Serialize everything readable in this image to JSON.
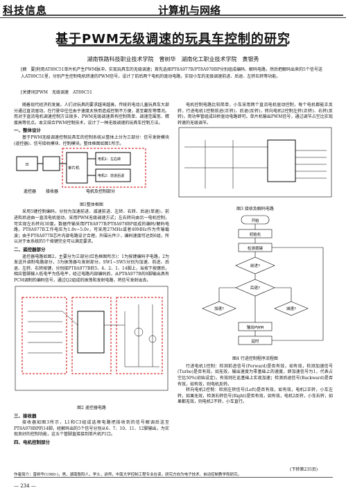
{
  "header": {
    "column": "科技信息",
    "journal": "计算机与网络"
  },
  "title": "基于PWM无级调速的玩具车控制的研究",
  "authors": "湖南铁路科技职业技术学院　曾树华　湖南化工职业技术学院　黄银秀",
  "abstract": "[摘　要]利用AT89C51单片机产生PWM脉冲，实现玩具车的无级调速；首先选择PT8A977B/PT8A978BP分别组成编码、解码电路，然后把解码出来的5个信号送入AT89C51里，分别产生控制电机转速的PWM信号，设计了前后两个电机的驱动电路，实现小车的无级调速前进、后退、左转右转等功能。",
  "keywords": "[关键词]PWM　无级调速　AT89C51",
  "left": {
    "intro": "随着现代经济的发展，人们对玩具的要求越来越高，传统的电动儿童玩具车大部分通过直流驱动，在行驶中往往由于速度太快而造成控制不方便，甚至翻车等情况。而对于直流电机调速控制方法很多，PWM无级调速具有控制简单、调速范围宽、精度高等优点。本文结合PWM控制技术，设计了一种无级调速的玩具车控制方法。",
    "s1": "一、整体设计",
    "p1": "基于PWM无级调速控制玩具车的控制系统从整体上分为三部分：信号发射模块(遥控器)、信号接收模块、控制模块。整体框图如图1所示。",
    "fig1": {
      "cap": "图1整体框图",
      "blocks": [
        "遥控器",
        "接收器",
        "单片机",
        "电机1：左右转",
        "电机2：前进后退",
        "电机及控制部分"
      ]
    },
    "p2": "采用5键控制编码，分别为加速前进、减速前进、左转、右转、后退(单速)，前进和后退由一直流电机驱动，采用PWM无级调速方式；左右转向由另一电机控制，可实现左右转向30度。数据传输采用PT8A977B/PT8A978BP组成的编码/解码电路，PT8A977B工作电压为1.8v~5.0v，可采用27MHz或者49MHz作为传输载波；由于PT8A977B芯片内部电路设计合理，外围元件少，编码速度可达到6组，所以对于本系统的5个按键完全可以满足要求。",
    "s2": "二、遥控器部分",
    "p3": "遥控器电路如图2，主要分为三部分(红色框图所示)：1为按键编码子电路，2为发送外调制电路部分，3为振荡器与发射部分。SW1~SW5分别为加速、前进、后退、左转、右转按键，分别接PT8A977B的5、4、2、1、14脚上，当按下按键后，相应管脚输入低电平为低电平，经过电路内部编码后，从PT8A977B的8脚输出具有PCM调制的编码信号，通过Q2组成的振荡和发射电路，将信号发射出去。",
    "fig2": {
      "cap": "图2 遥控器电路"
    },
    "s3": "三、接收器",
    "p4": "接收器如图3所示，L1和C3组成选频电路把接收到的信号解调后送至PT8A978BP的14脚，经解码出的5个信号分别从6、7、10、11、12脚输出，为实现良好的控制功能，这五个管脚直接接到单片机P1口。",
    "s4": "四、电机控制部分"
  },
  "right": {
    "p1": "电机控制电路比较简单，小车采用两个直流电机驱动控制，每个电机都能正反转，行进电机1控制前进(正转)、后退(反转)，转向电机2控制左转(正转)、右转(反转)，用功率管组成H桥驱动电路即可。单片机输出PWM信号，通过调节占空比实现转速的无级调节。",
    "fig3": {
      "cap": "图3 接收及解码电路"
    },
    "fig4": {
      "cap": "图4 行进控制程序流程图",
      "nodes": [
        "开始",
        "初始化",
        "检测按键",
        "前进?",
        "后退?",
        "加速?",
        "减速?",
        "输出PWM",
        "延时"
      ]
    },
    "p2": "行进电机1控制：检测前进信号(Forward)是否有效，如有效，检测加速信号(Turbo)是否有效，如无效，输出速度为零基础上的速度，即加速信号为1，代表占空比50%(初始设定)，有效则在此基础上实现加速；检测后退信号(Backward)是否有效，如有效，则电机反转。",
    "p3": "转向电机2控制：检测左转信号(Left)是否有效，如有效，电机2正转，小车左转，如果无效，检测右转信号(Right)是否有效，如有效，电机2反转，小车右转，如果都无效，则电机2不转，小车直行。",
    "cont": "(下转第235页)"
  },
  "footer": {
    "author": "作者简介：曾树华(1980-)，男，湖南衡阳人，学士，讲师，中南大学控制工程专业在读，研究方向为电子技术、自动控制教学和研究。",
    "page": "— 234 —"
  }
}
